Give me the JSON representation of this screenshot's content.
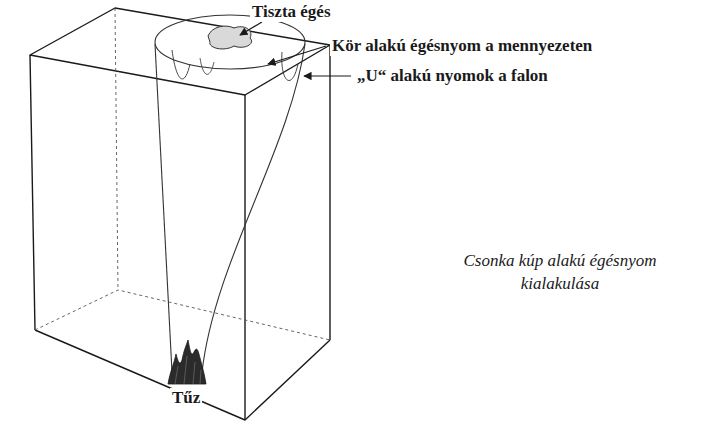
{
  "diagram": {
    "caption": "Csonka kúp alakú égésnyom kialakulása",
    "labels": [
      "Tiszta égés",
      "Kör alakú égésnyom a mennyezeten",
      "„U“ alakú nyomok a falon",
      "Tűz"
    ]
  }
}
